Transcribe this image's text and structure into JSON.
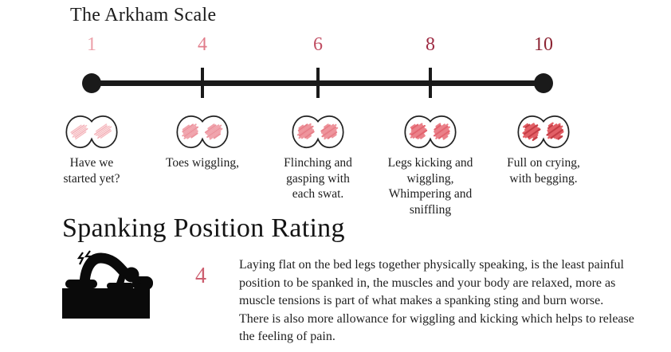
{
  "arkham": {
    "title": "The Arkham Scale",
    "line_color": "#1a1a1a",
    "levels": [
      {
        "number": "1",
        "number_color": "#eb9fa8",
        "hatch_color": "#f6bdc2",
        "hatch_accent": "#f3afb6",
        "hatch_lines": 6,
        "hatch_width": 1.6,
        "caption": "Have we\nstarted yet?"
      },
      {
        "number": "4",
        "number_color": "#e17c8a",
        "hatch_color": "#f0a2ab",
        "hatch_accent": "#ec939d",
        "hatch_lines": 8,
        "hatch_width": 2.1,
        "caption": "Toes wiggling,"
      },
      {
        "number": "6",
        "number_color": "#c14f64",
        "hatch_color": "#ee939b",
        "hatch_accent": "#e77d87",
        "hatch_lines": 9,
        "hatch_width": 2.2,
        "caption": "Flinching and\ngasping with\neach swat."
      },
      {
        "number": "8",
        "number_color": "#9e2c44",
        "hatch_color": "#ea7f88",
        "hatch_accent": "#e3636e",
        "hatch_lines": 10,
        "hatch_width": 2.3,
        "caption": "Legs kicking and\nwiggling,\nWhimpering and\nsniffling"
      },
      {
        "number": "10",
        "number_color": "#8c2433",
        "hatch_color": "#e25f66",
        "hatch_accent": "#c53d45",
        "hatch_lines": 11,
        "hatch_width": 2.5,
        "caption": "Full on crying,\nwith begging."
      }
    ]
  },
  "position": {
    "title": "Spanking Position Rating",
    "rating": "4",
    "rating_color": "#cd5f70",
    "description": "Laying flat on the bed legs together physically speaking, is the least painful position to be spanked in, the muscles and your body are relaxed, more as muscle tensions is part of what makes a spanking sting and burn worse. There is also more allowance for wiggling and kicking which helps to release the feeling of pain."
  }
}
